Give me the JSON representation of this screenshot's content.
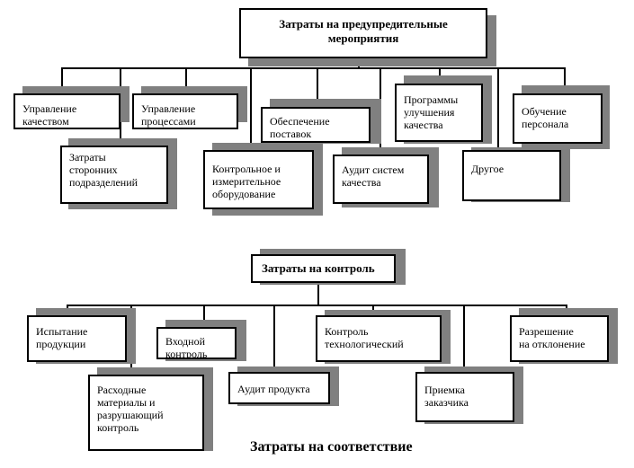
{
  "diagram1": {
    "root": "Затраты на предупредительные\nмероприятия",
    "nodes": {
      "quality_management": "Управление\nкачеством",
      "process_management": "Управление\nпроцессами",
      "supply": "Обеспечение\nпоставок",
      "improvement_programs": "Программы\nулучшения\nкачества",
      "staff_training": "Обучение\nперсонала",
      "external_units": "Затраты\nсторонних\nподразделений",
      "measuring_equipment": "Контрольное и\nизмерительное\nоборудование",
      "quality_audit": "Аудит систем\nкачества",
      "other": "Другое"
    }
  },
  "diagram2": {
    "root": "Затраты на контроль",
    "nodes": {
      "product_testing": "Испытание\nпродукции",
      "incoming_control": "Входной\nконтроль",
      "process_control": "Контроль\nтехнологический",
      "deviation_permit": "Разрешение\nна отклонение",
      "consumables": "Расходные\nматериалы и\nразрушающий\nконтроль",
      "product_audit": "Аудит продукта",
      "customer_acceptance": "Приемка\nзаказчика"
    }
  },
  "caption": "Затраты на соответствие"
}
